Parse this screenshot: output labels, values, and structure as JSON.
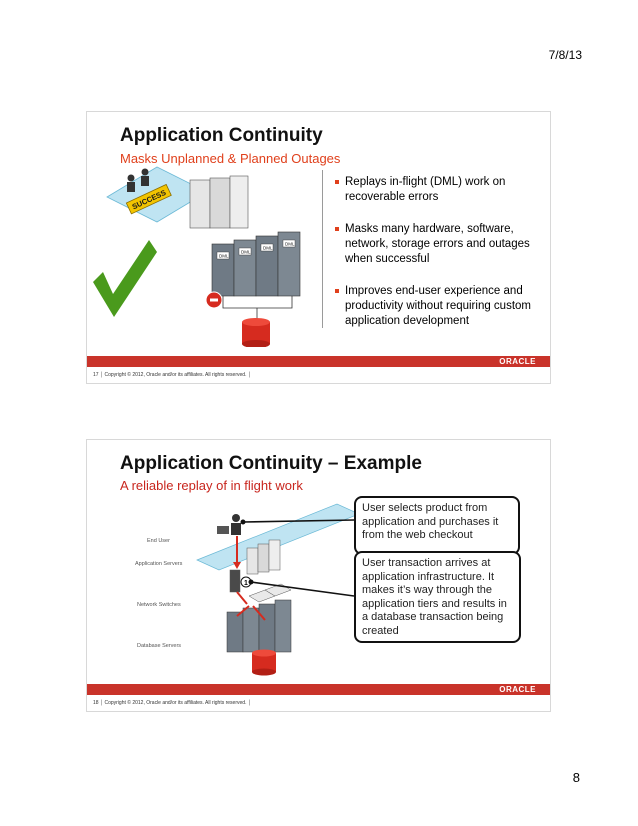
{
  "page": {
    "date": "7/8/13",
    "number": "8"
  },
  "slides": [
    {
      "title": "Application Continuity",
      "subtitle": "Masks Unplanned & Planned Outages",
      "bullets": [
        "Replays in-flight (DML) work on recoverable errors",
        "Masks many hardware, software, network, storage errors and outages when successful",
        "Improves end-user experience and productivity without requiring custom application development"
      ],
      "banner": "SUCCESS",
      "dml_labels": [
        "DML",
        "DML",
        "DML",
        "DML"
      ],
      "footer": "17 │ Copyright © 2012, Oracle and/or its affiliates. All rights reserved. │",
      "logo": "ORACLE"
    },
    {
      "title": "Application Continuity – Example",
      "subtitle": "A reliable replay of in flight work",
      "callouts": [
        "User selects product from application and purchases it from the web checkout",
        "User transaction arrives at application infrastructure. It makes it’s way through the application tiers and results in a database transaction being created"
      ],
      "tiers": [
        "End User",
        "Application Servers",
        "Network Switches",
        "Database Servers"
      ],
      "marker": "1",
      "footer": "18 │ Copyright © 2012, Oracle and/or its affiliates. All rights reserved. │",
      "logo": "ORACLE"
    }
  ],
  "colors": {
    "oracle_red": "#c9332a",
    "subtitle_orange": "#e0401c",
    "check_green": "#4a9a1c",
    "db_red": "#d62b1f"
  }
}
